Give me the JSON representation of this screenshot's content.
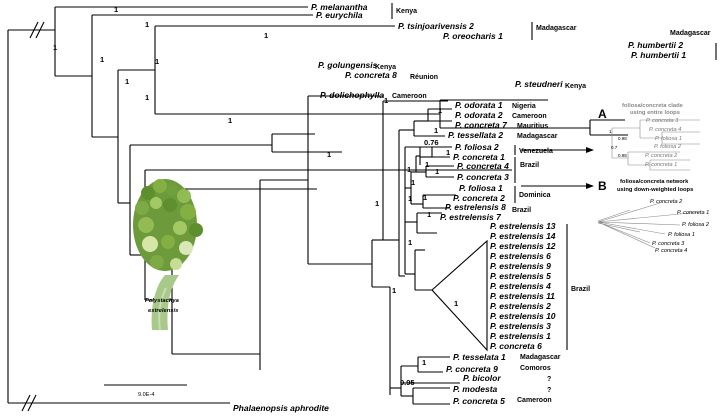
{
  "taxa": {
    "melanantha": "P. melanantha",
    "eurychila": "P. eurychila",
    "tsinjoarivensis2": "P. tsinjoarivensis 2",
    "oreocharis1": "P. oreocharis 1",
    "humbertii2": "P. humbertii 2",
    "humbertii1": "P. humbertii 1",
    "golungensis": "P. golungensis",
    "concreta8": "P. concreta 8",
    "steudneri": "P. steudneri",
    "dolichophylla": "P. dolichophylla",
    "odorata1": "P. odorata 1",
    "odorata2": "P. odorata 2",
    "concreta7": "P. concreta 7",
    "tessellata2": "P. tessellata 2",
    "foliosa2": "P. foliosa 2",
    "concreta1": "P. concreta 1",
    "concreta4": "P. concreta 4",
    "concreta3": "P. concreta 3",
    "foliosa1": "P. foliosa 1",
    "concreta2": "P. concreta 2",
    "estrelensis8": "P. estrelensis 8",
    "estrelensis7": "P. estrelensis 7",
    "tesselata1": "P. tesselata 1",
    "concreta9": "P. concreta 9",
    "bicolor": "P. bicolor",
    "modesta": "P. modesta",
    "concreta5": "P. concreta 5",
    "phalaenopsis": "Phalaenopsis aphrodite"
  },
  "collapsed_clade": [
    "P. estrelensis 13",
    "P. estrelensis 14",
    "P. estrelensis 12",
    "P. estrelensis 6",
    "P. estrelensis 9",
    "P. estrelensis 5",
    "P. estrelensis 4",
    "P. estrelensis 11",
    "P. estrelensis 2",
    "P. estrelensis 10",
    "P. estrelensis 3",
    "P. estrelensis 1",
    "P. concreta 6"
  ],
  "locations": {
    "kenya1": "Kenya",
    "madagascar1": "Madagascar",
    "madagascar2": "Madagascar",
    "kenya2": "Kenya",
    "reunion": "Réunion",
    "kenya3": "Kenya",
    "cameroon1": "Cameroon",
    "nigeria": "Nigeria",
    "cameroon2": "Cameroon",
    "mauritius": "Mauritius",
    "madagascar3": "Madagascar",
    "venezuela": "Venezuela",
    "brazil1": "Brazil",
    "dominica": "Dominica",
    "brazil2": "Brazil",
    "brazil3": "Brazil",
    "madagascar4": "Madagascar",
    "comoros": "Comoros",
    "q1": "?",
    "q2": "?",
    "cameroon3": "Cameroon"
  },
  "support": {
    "s1": "1",
    "s2": "1",
    "s3": "1",
    "s4": "1",
    "s5": "1",
    "s6": "1",
    "s7": "1",
    "s8": "1",
    "s9": "1",
    "s10": "1",
    "s11": "1",
    "s12": "0.76",
    "s13": "1",
    "s14": "1",
    "s15": "1",
    "s16": "1",
    "s17": "1",
    "s18": "1",
    "s19": "1",
    "s20": "1",
    "s21": "1",
    "s22": "1",
    "s23": "1",
    "s24": "1",
    "s25": "0.95",
    "s26": "1",
    "s27": "1",
    "s28": "1"
  },
  "panel_a": {
    "letter": "A",
    "caption_line1": "foliosa/concreta clade",
    "caption_line2": "using entire loops",
    "leaves": [
      "P. concreta 3",
      "P. concreta 4",
      "P. foliosa 1",
      "P. foliosa 2",
      "P. concreta 2",
      "P. concreta 1"
    ],
    "supports": [
      "1",
      "0.98",
      "0.7",
      "0.98"
    ]
  },
  "panel_b": {
    "letter": "B",
    "caption_line1": "foliosa/concreta network",
    "caption_line2": "using down-weighted loops",
    "leaves": [
      "P. concreta 2",
      "P. concreta 1",
      "P. foliosa 2",
      "P. foliosa 1",
      "P. concreta 3",
      "P. concreta 4"
    ]
  },
  "photo_caption": {
    "line1": "Polystachya",
    "line2": "estrelensis"
  },
  "scale_bar": "9.0E-4",
  "colors": {
    "branch": "#000000",
    "panel_gray": "#888888",
    "plant_green": "#7ea84a",
    "stem_green": "#a9c98a"
  }
}
